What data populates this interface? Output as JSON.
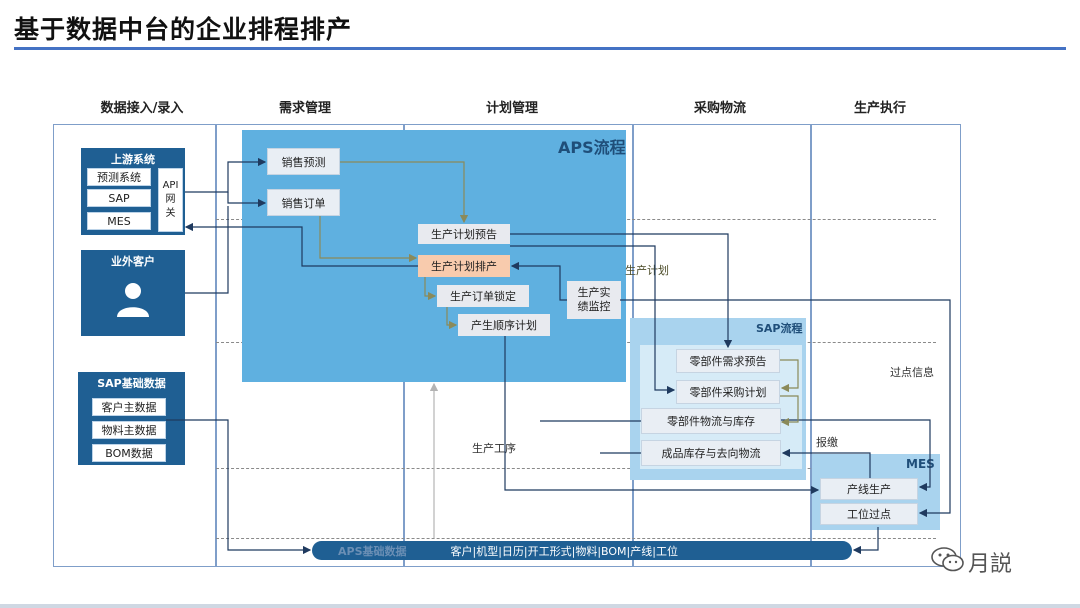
{
  "title": "基于数据中台的企业排程排产",
  "columns": [
    "数据接入/录入",
    "需求管理",
    "计划管理",
    "采购物流",
    "生产执行"
  ],
  "upstream": {
    "header": "上游系统",
    "items": [
      "预测系统",
      "SAP",
      "MES"
    ],
    "api": "API\n网\n关"
  },
  "customer": {
    "header": "业外客户"
  },
  "sap_base": {
    "header": "SAP基础数据",
    "items": [
      "客户主数据",
      "物料主数据",
      "BOM数据"
    ]
  },
  "aps": {
    "title": "APS流程",
    "sales_forecast": "销售预测",
    "sales_order": "销售订单",
    "prod_forecast": "生产计划预告",
    "prod_schedule": "生产计划排产",
    "order_lock": "生产订单锁定",
    "seq_plan": "产生顺序计划",
    "monitor": "生产实\n绩监控"
  },
  "sap": {
    "title": "SAP流程",
    "parts_demand": "零部件需求预告",
    "parts_purchase": "零部件采购计划",
    "parts_logistics": "零部件物流与库存",
    "finished": "成品库存与去向物流"
  },
  "mes": {
    "title": "MES",
    "line_prod": "产线生产",
    "station": "工位过点"
  },
  "labels": {
    "prod_plan": "生产计划",
    "pass_info": "过点信息",
    "report": "报缴",
    "process": "生产工序"
  },
  "bottom": {
    "left": "APS基础数据",
    "text": "客户|机型|日历|开工形式|物料|BOM|产线|工位"
  },
  "watermark": "月説"
}
